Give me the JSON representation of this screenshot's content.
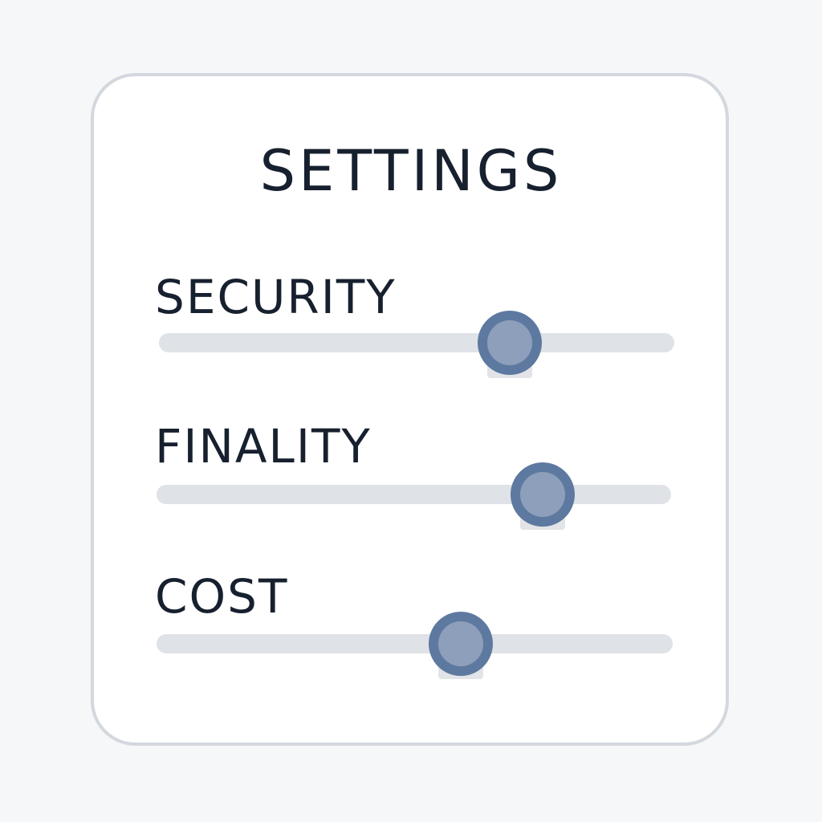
{
  "title": "SETTINGS",
  "colors": {
    "accent": "#5e79a0",
    "thumb_inner": "#8d9fbb",
    "track": "#dfe2e6",
    "text": "#17202e"
  },
  "sliders": [
    {
      "label": "SECURITY",
      "value": 0.68
    },
    {
      "label": "FINALITY",
      "value": 0.75
    },
    {
      "label": "COST",
      "value": 0.59
    }
  ]
}
